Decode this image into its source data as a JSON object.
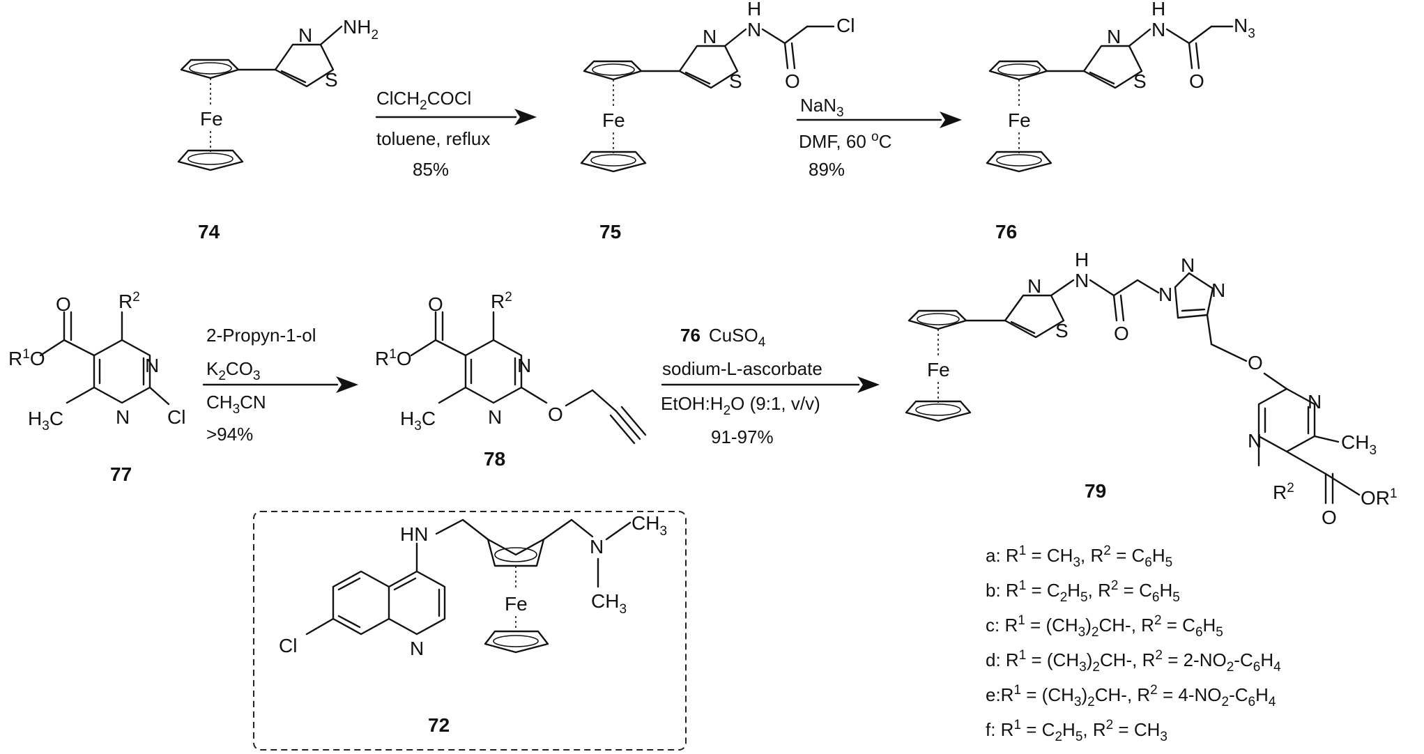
{
  "compounds": {
    "c74": "74",
    "c75": "75",
    "c76": "76",
    "c77": "77",
    "c78": "78",
    "c79": "79",
    "c72": "72"
  },
  "atoms": {
    "fe": "Fe",
    "n": "N",
    "s": "S",
    "o": "O",
    "h": "H",
    "cl": "Cl",
    "nh2_main": "NH",
    "nh2_sub": "2",
    "n3_main": "N",
    "n3_sub": "3",
    "hn": "HN",
    "ch3": "CH",
    "ch3_sub": "3",
    "h3c_pre": "H",
    "h3c_sub": "3",
    "h3c_post": "C",
    "r": "R",
    "r1_sup": "1",
    "r2_sup": "2",
    "or_pre": "OR"
  },
  "step1": {
    "reagent_pre": "ClCH",
    "reagent_sub": "2",
    "reagent_post": "COCl",
    "solvent": "toluene, reflux",
    "yield": "85%"
  },
  "step2": {
    "reagent_pre": "NaN",
    "reagent_sub": "3",
    "cond_pre": "DMF, 60 ",
    "cond_sup": "o",
    "cond_post": "C",
    "yield": "89%"
  },
  "step3": {
    "reagent1": "2-Propyn-1-ol",
    "reagent2_pre": "K",
    "reagent2_sub1": "2",
    "reagent2_mid": "CO",
    "reagent2_sub2": "3",
    "reagent3_pre": "CH",
    "reagent3_sub": "3",
    "reagent3_post": "CN",
    "yield": ">94%"
  },
  "step4": {
    "reagent_num": "76",
    "reagent_pre": "CuSO",
    "reagent_sub": "4",
    "reagent2": "sodium-L-ascorbate",
    "solvent_pre": "EtOH:H",
    "solvent_sub": "2",
    "solvent_post": "O (9:1, v/v)",
    "yield": "91-97%"
  },
  "legend": [
    {
      "tag": "a: R",
      "r1": " = CH",
      "r1_sub": "3",
      "r1_tail": "",
      "r2": " = C",
      "r2_s1": "6",
      "r2_m": "H",
      "r2_s2": "5",
      "r2_tail": ""
    },
    {
      "tag": "b: R",
      "r1": " = C",
      "r1_sub": "2",
      "r1_tail": "H",
      "r1_sub2": "5",
      "r2": " = C",
      "r2_s1": "6",
      "r2_m": "H",
      "r2_s2": "5",
      "r2_tail": ""
    },
    {
      "tag": "c: R",
      "r1": " = (CH",
      "r1_sub": "3",
      "r1_tail": ")",
      "r1_sub2": "2",
      "r1_end": "CH-",
      "r2": " = C",
      "r2_s1": "6",
      "r2_m": "H",
      "r2_s2": "5",
      "r2_tail": ""
    },
    {
      "tag": "d: R",
      "r1": " = (CH",
      "r1_sub": "3",
      "r1_tail": ")",
      "r1_sub2": "2",
      "r1_end": "CH-",
      "r2": " = 2-NO",
      "r2_s1": "2",
      "r2_m": "-C",
      "r2_s2": "6",
      "r2_tail": "H",
      "r2_s3": "4"
    },
    {
      "tag": "e:R",
      "r1": " = (CH",
      "r1_sub": "3",
      "r1_tail": ")",
      "r1_sub2": "2",
      "r1_end": "CH-",
      "r2": " = 4-NO",
      "r2_s1": "2",
      "r2_m": "-C",
      "r2_s2": "6",
      "r2_tail": "H",
      "r2_s3": "4"
    },
    {
      "tag": "f: R",
      "r1": " = C",
      "r1_sub": "2",
      "r1_tail": "H",
      "r1_sub2": "5",
      "r2": " = CH",
      "r2_s1": "3",
      "r2_m": "",
      "r2_s2": "",
      "r2_tail": ""
    }
  ]
}
